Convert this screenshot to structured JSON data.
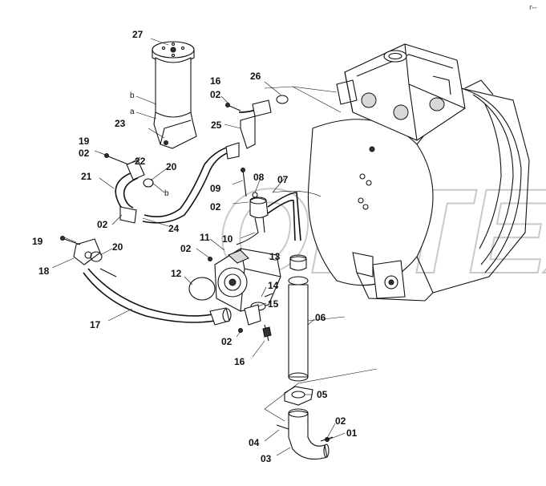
{
  "corner_mark": "r--",
  "watermark_text": "ORTEX",
  "callouts": {
    "c27": "27",
    "c16_top": "16",
    "c02_top": "02",
    "c26": "26",
    "c25": "25",
    "c23": "23",
    "c19_top": "19",
    "c02_left": "02",
    "c22": "22",
    "c21": "21",
    "c20_top": "20",
    "c09": "09",
    "c08": "08",
    "c07": "07",
    "c02_mid": "02",
    "c24": "24",
    "c02_l2": "02",
    "c19_low": "19",
    "c20_low": "20",
    "c18": "18",
    "c02_11": "02",
    "c11": "11",
    "c10": "10",
    "c13": "13",
    "c12": "12",
    "c14": "14",
    "c15": "15",
    "c17": "17",
    "c06": "06",
    "c02_pump": "02",
    "c16_low": "16",
    "c05": "05",
    "c02_bottom": "02",
    "c01": "01",
    "c04": "04",
    "c03": "03"
  }
}
